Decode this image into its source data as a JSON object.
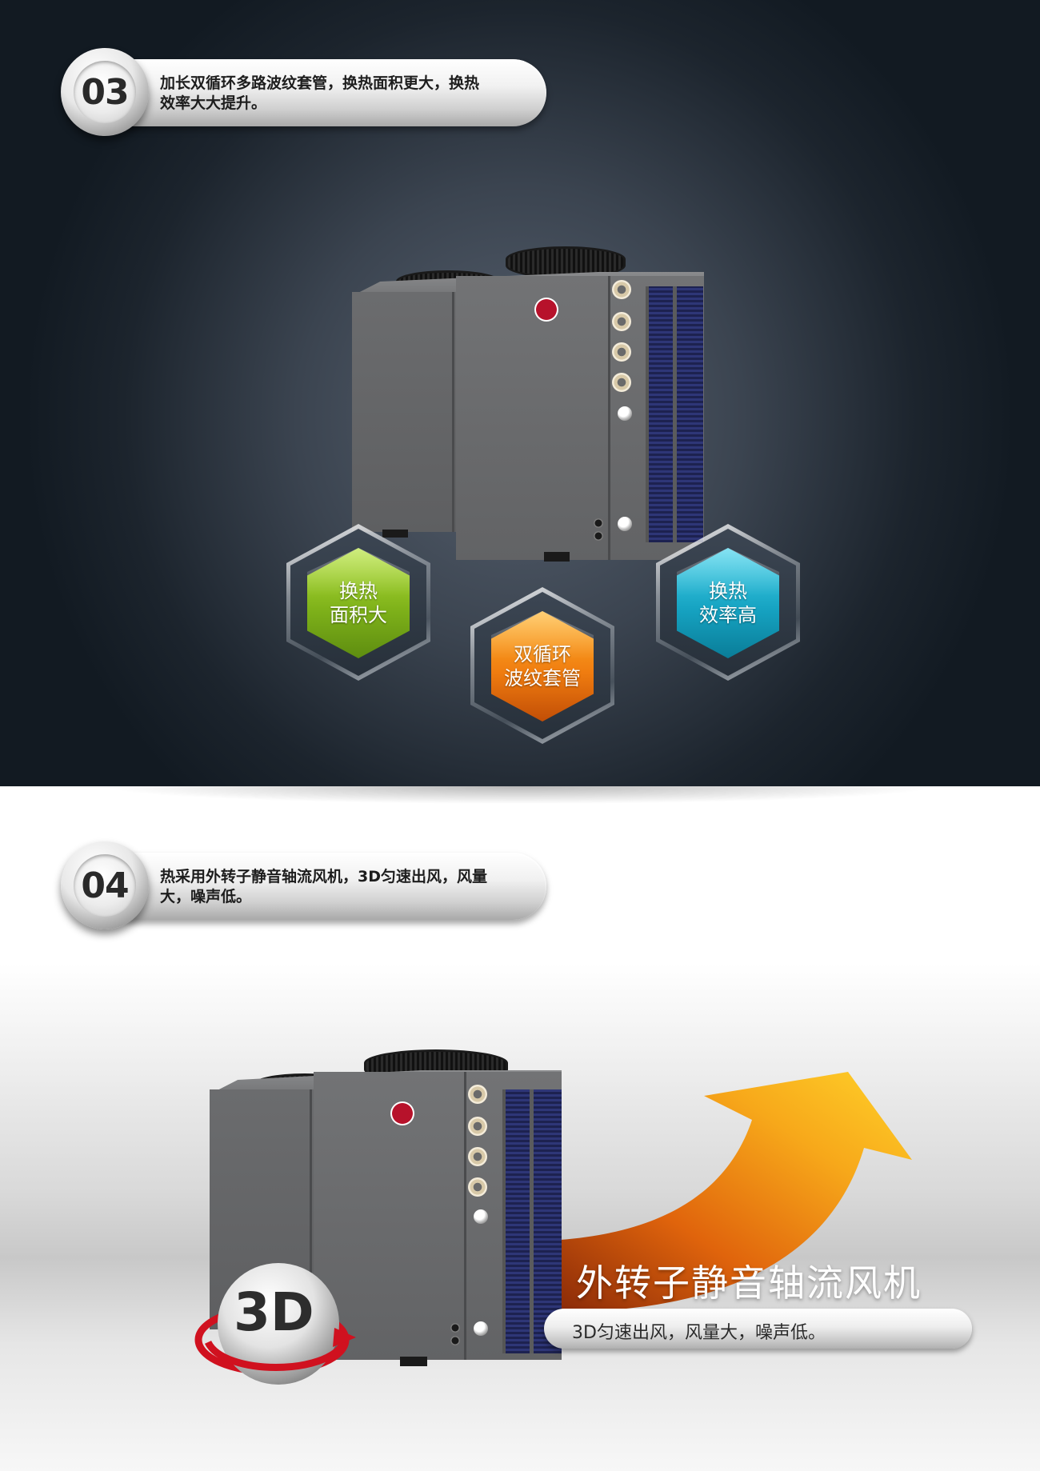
{
  "section_03": {
    "number": "03",
    "description_line1": "加长双循环多路波纹套管，换热面积更大，换热",
    "description_line2": "效率大大提升。",
    "hexagons": [
      {
        "line1": "换热",
        "line2": "面积大",
        "color": "#8cc220"
      },
      {
        "line1": "双循环",
        "line2": "波纹套管",
        "color": "#f07d10"
      },
      {
        "line1": "换热",
        "line2": "效率高",
        "color": "#16a3c2"
      }
    ]
  },
  "section_04": {
    "number": "04",
    "description_line1": "热采用外转子静音轴流风机，3D匀速出风，风量",
    "description_line2": "大，噪声低。",
    "fan_title": "外转子静音轴流风机",
    "fan_subtitle": "3D匀速出风，风量大，噪声低。",
    "badge_3d": "3D"
  },
  "colors": {
    "dark_bg": "#1c242d",
    "accent_red": "#d0111f",
    "arrow_orange": "#f08a10",
    "arrow_yellow": "#ffcc1a"
  }
}
